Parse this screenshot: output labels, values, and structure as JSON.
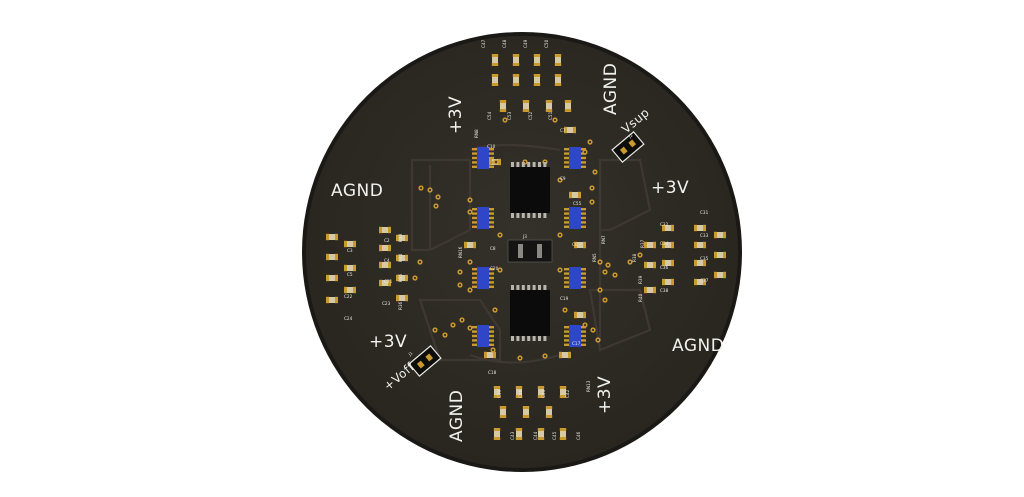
{
  "board": {
    "colors": {
      "background": "#ffffff",
      "substrate": "#2e2a25",
      "edge": "#1b1916",
      "copper_trace": "#3a352f",
      "pad_gold": "#c99a2e",
      "component_body": "#d7c9a3",
      "connector_blue": "#2f46c8",
      "ic_black": "#0b0b0b",
      "silkscreen": "#f2f2ee"
    },
    "power_labels": [
      {
        "id": "agnd-left",
        "text": "AGND"
      },
      {
        "id": "agnd-top",
        "text": "AGND"
      },
      {
        "id": "agnd-right",
        "text": "AGND"
      },
      {
        "id": "agnd-bottom",
        "text": "AGND"
      },
      {
        "id": "3v-top",
        "text": "+3V"
      },
      {
        "id": "3v-right",
        "text": "+3V"
      },
      {
        "id": "3v-left",
        "text": "+3V"
      },
      {
        "id": "3v-bottom",
        "text": "+3V"
      },
      {
        "id": "vsup",
        "text": "Vsup"
      },
      {
        "id": "voff",
        "text": "+Voff"
      }
    ],
    "designators": [
      "C47",
      "C48",
      "C49",
      "C50",
      "C53",
      "C52",
      "C51",
      "C54",
      "RN8",
      "C10",
      "C7",
      "C9",
      "C55",
      "C3",
      "C2",
      "C4",
      "C5",
      "C21",
      "C22",
      "C24",
      "C23",
      "RN16",
      "C8",
      "C6",
      "C20",
      "RN5",
      "C32",
      "C31",
      "C34",
      "C33",
      "C36",
      "C35",
      "C37",
      "C38",
      "C18",
      "C39",
      "C40",
      "C41",
      "C42",
      "C43",
      "C44",
      "C45",
      "C46",
      "RN13",
      "C19",
      "C17",
      "RN7",
      "R40",
      "R39",
      "R37",
      "R38",
      "R33",
      "R34",
      "R35",
      "R36",
      "J1",
      "J2",
      "J3"
    ]
  }
}
